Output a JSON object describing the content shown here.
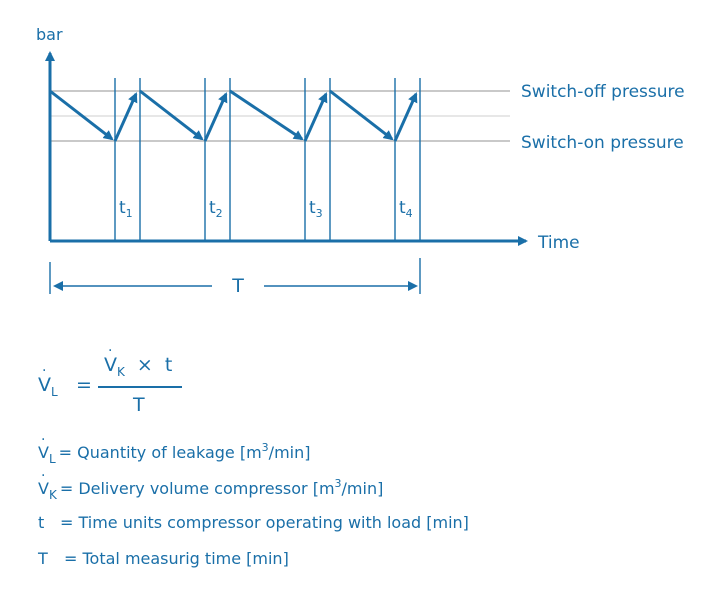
{
  "diagram": {
    "y_axis_label": "bar",
    "x_axis_label": "Time",
    "switch_off_label": "Switch-off pressure",
    "switch_on_label": "Switch-on pressure",
    "interval_letter": "t",
    "intervals": [
      "1",
      "2",
      "3",
      "4"
    ],
    "period_label": "T",
    "colors": {
      "primary": "#1a6fa8",
      "gridline": "#a9a9a9"
    }
  },
  "formula": {
    "lhs_symbol": "V",
    "lhs_sub": "L",
    "equals": "=",
    "num_symbol": "V",
    "num_sub": "K",
    "times": "×",
    "num_t": "t",
    "denominator": "T"
  },
  "legend": [
    {
      "symbol": "V",
      "sub": "L",
      "text_before": "= Quantity of leakage [m",
      "sup": "3",
      "text_after": "/min]"
    },
    {
      "symbol": "V",
      "sub": "K",
      "text_before": "= Delivery volume compressor  [m",
      "sup": "3",
      "text_after": "/min]"
    },
    {
      "symbol": "t",
      "text": "= Time units compressor operating with load [min]"
    },
    {
      "symbol": "T",
      "text": "= Total measurig time  [min]"
    }
  ]
}
